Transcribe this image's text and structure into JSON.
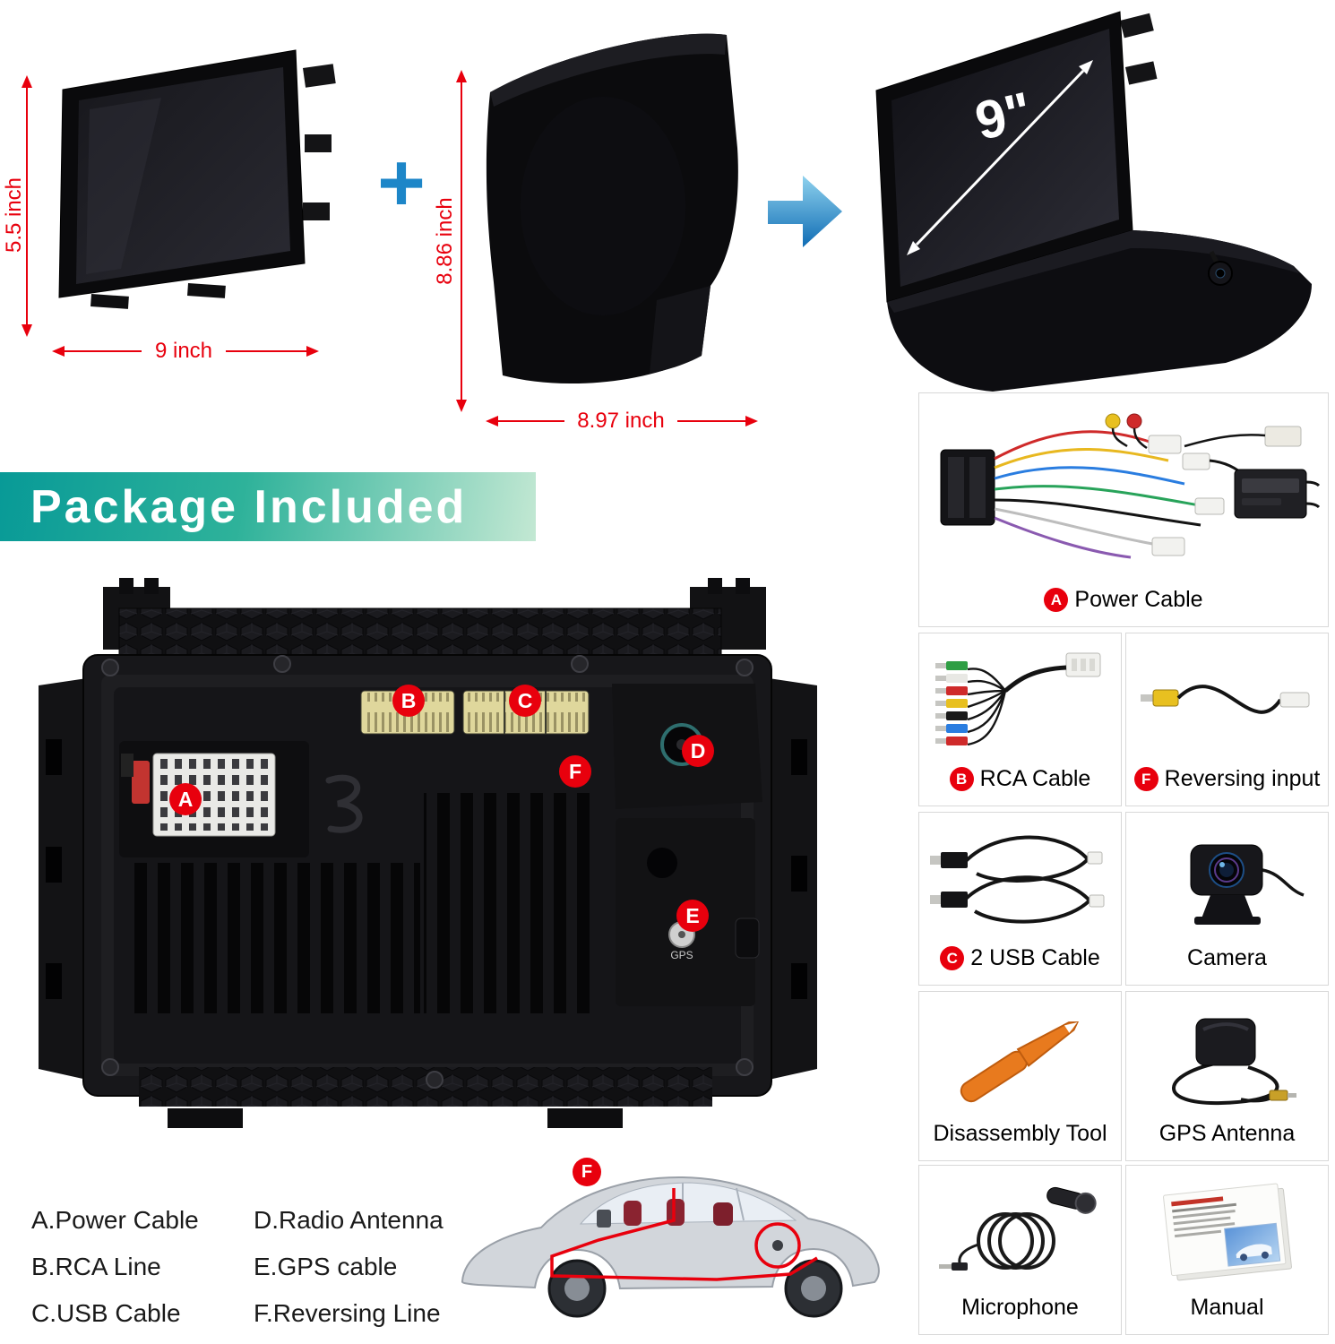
{
  "dimensions": {
    "unit_height": "5.5 inch",
    "unit_width": "9 inch",
    "panel_height": "8.86 inch",
    "panel_width": "8.97 inch",
    "plus": "+",
    "screen_size": "9\""
  },
  "banner": {
    "title": "Package Included"
  },
  "back_unit": {
    "gps_port_label": "GPS",
    "labels": [
      {
        "letter": "A"
      },
      {
        "letter": "B"
      },
      {
        "letter": "C"
      },
      {
        "letter": "D"
      },
      {
        "letter": "E"
      },
      {
        "letter": "F"
      }
    ]
  },
  "package_grid": [
    {
      "letter": "A",
      "label": "Power Cable"
    },
    {
      "letter": "B",
      "label": "RCA Cable"
    },
    {
      "letter": "F",
      "label": "Reversing input"
    },
    {
      "letter": "C",
      "label": "2 USB Cable"
    },
    {
      "label": "Camera"
    },
    {
      "label": "Disassembly Tool"
    },
    {
      "label": "GPS Antenna"
    },
    {
      "label": "Microphone"
    },
    {
      "label": "Manual"
    }
  ],
  "legend": {
    "left": [
      "A.Power Cable",
      "B.RCA Line",
      "C.USB Cable"
    ],
    "right": [
      "D.Radio Antenna",
      "E.GPS cable",
      "F.Reversing Line"
    ]
  },
  "car_overlay": {
    "letter": "F"
  },
  "colors": {
    "accent_red": "#e8000d",
    "arrow_blue": "#1d86c8",
    "banner_teal": "#0aa79e"
  }
}
